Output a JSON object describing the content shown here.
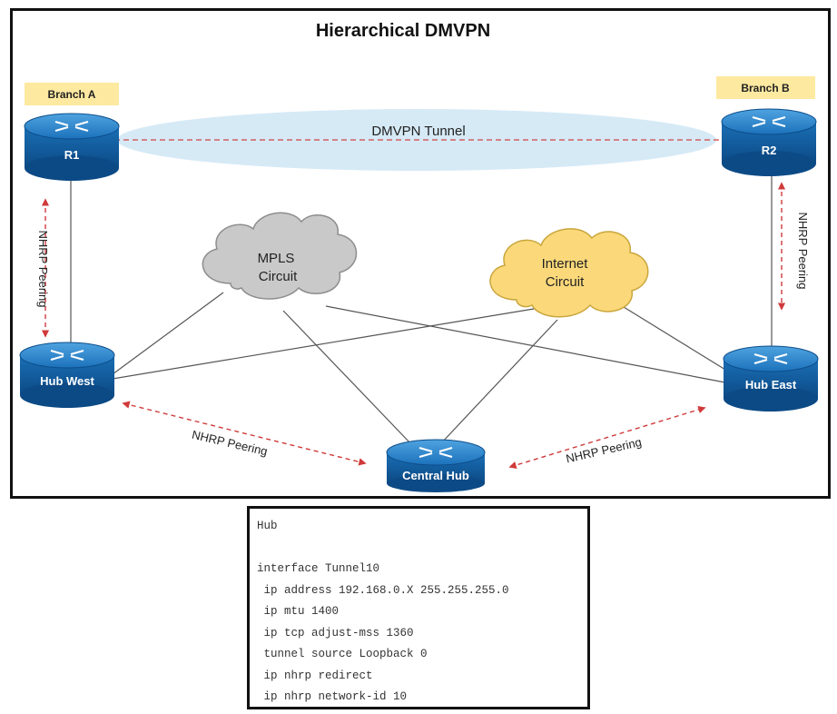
{
  "title": "Hierarchical DMVPN",
  "branches": {
    "a": "Branch A",
    "b": "Branch B"
  },
  "routers": {
    "r1": "R1",
    "r2": "R2",
    "hub_west": "Hub West",
    "hub_east": "Hub East",
    "central_hub": "Central Hub"
  },
  "tunnel_label": "DMVPN Tunnel",
  "clouds": {
    "mpls": [
      "MPLS",
      "Circuit"
    ],
    "internet": [
      "Internet",
      "Circuit"
    ]
  },
  "peering": {
    "left": "NHRP Peering",
    "right": "NHRP Peering",
    "bottom_left": "NHRP Peering",
    "bottom_right": "NHRP Peering"
  },
  "config": [
    "Hub",
    "",
    "interface Tunnel10",
    " ip address 192.168.0.X 255.255.255.0",
    " ip mtu 1400",
    " ip tcp adjust-mss 1360",
    " tunnel source Loopback 0",
    " ip nhrp redirect",
    " ip nhrp network-id 10"
  ],
  "colors": {
    "router_blue": "#1a6fb5",
    "router_dark": "#0d4d8a",
    "branch_label_bg": "#fde9a0",
    "tunnel_ellipse": "#cfe6f5",
    "mpls_cloud": "#c9c9c9",
    "internet_cloud": "#fbd97a",
    "peer_arrow": "#d03a3a"
  }
}
